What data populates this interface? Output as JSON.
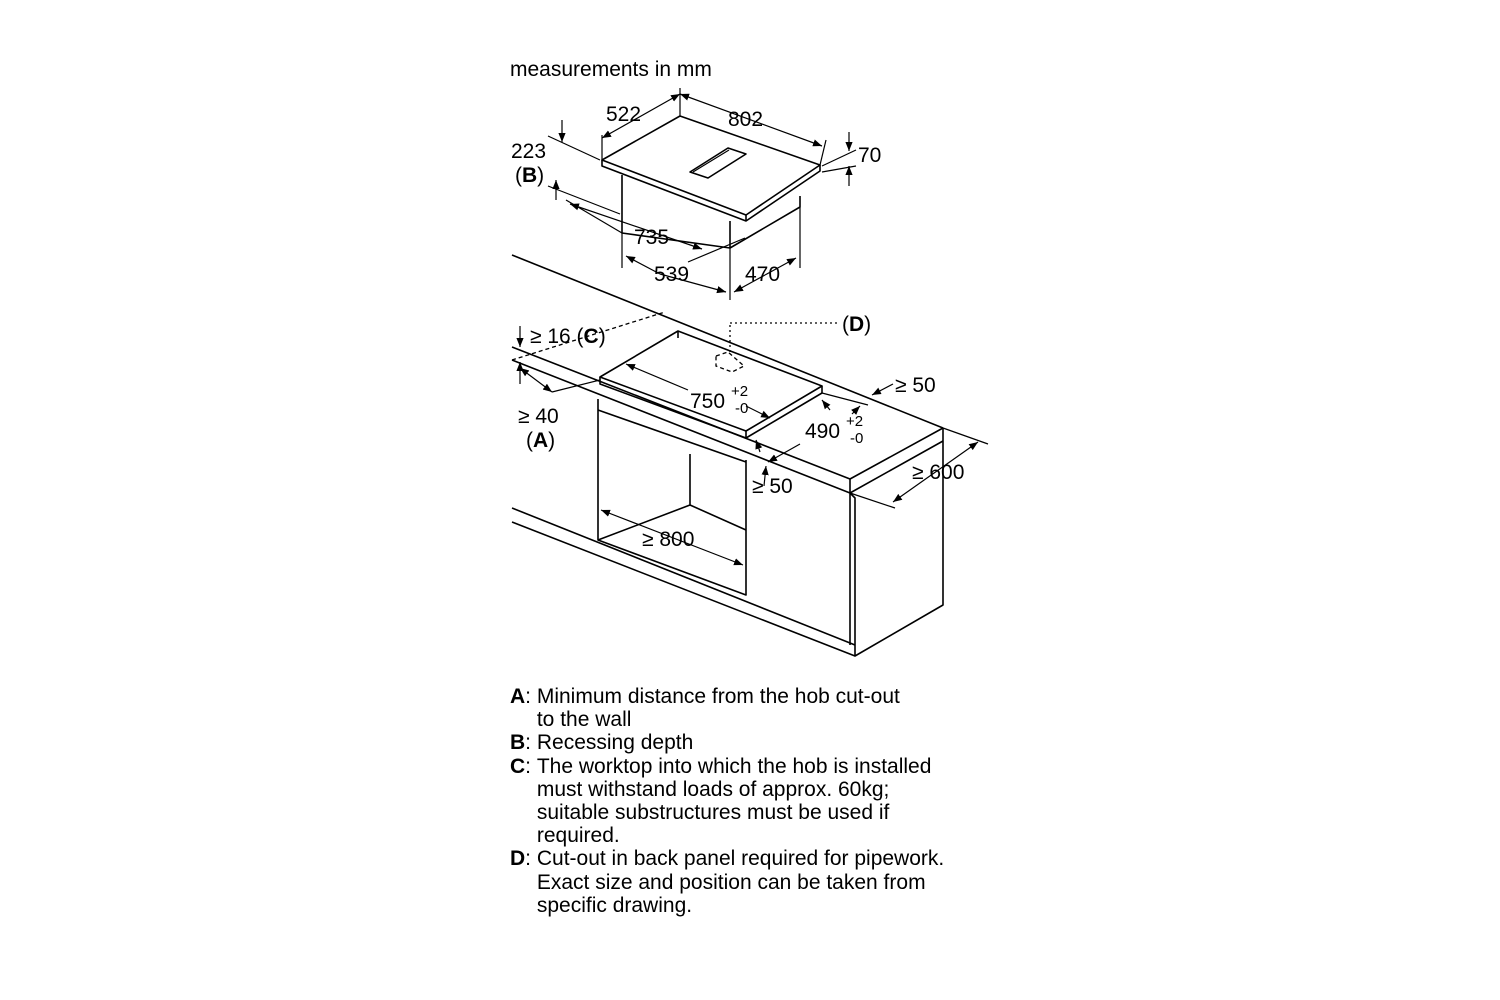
{
  "header": {
    "units_note": "measurements in mm"
  },
  "hob": {
    "dim_width": "802",
    "dim_depth": "522",
    "dim_height": "70",
    "dim_recess": "223",
    "ref_b": "B",
    "dim_body_width": "735",
    "dim_body_depth_a": "539",
    "dim_body_depth_b": "470"
  },
  "worktop": {
    "ref_d": "D",
    "dim_thickness": "≥ 16",
    "ref_c": "C",
    "dim_wall_distance": "≥ 40",
    "ref_a": "A",
    "cutout_width": "750",
    "cutout_width_tol_plus": "+2",
    "cutout_width_tol_minus": "-0",
    "cutout_depth": "490",
    "cutout_depth_tol_plus": "+2",
    "cutout_depth_tol_minus": "-0",
    "dim_rear_clearance": "≥ 50",
    "dim_front_clearance": "≥ 50",
    "dim_worktop_depth": "≥ 600",
    "dim_cabinet_width": "≥ 800"
  },
  "legend": [
    {
      "key": "A",
      "text": "Minimum distance from the hob cut-out\nto the wall"
    },
    {
      "key": "B",
      "text": "Recessing depth"
    },
    {
      "key": "C",
      "text": "The worktop into which the hob is installed\nmust withstand loads of approx. 60kg;\nsuitable substructures must be used if\nrequired."
    },
    {
      "key": "D",
      "text": "Cut-out in back panel required for pipework.\nExact size and position can be taken from\nspecific drawing."
    }
  ]
}
